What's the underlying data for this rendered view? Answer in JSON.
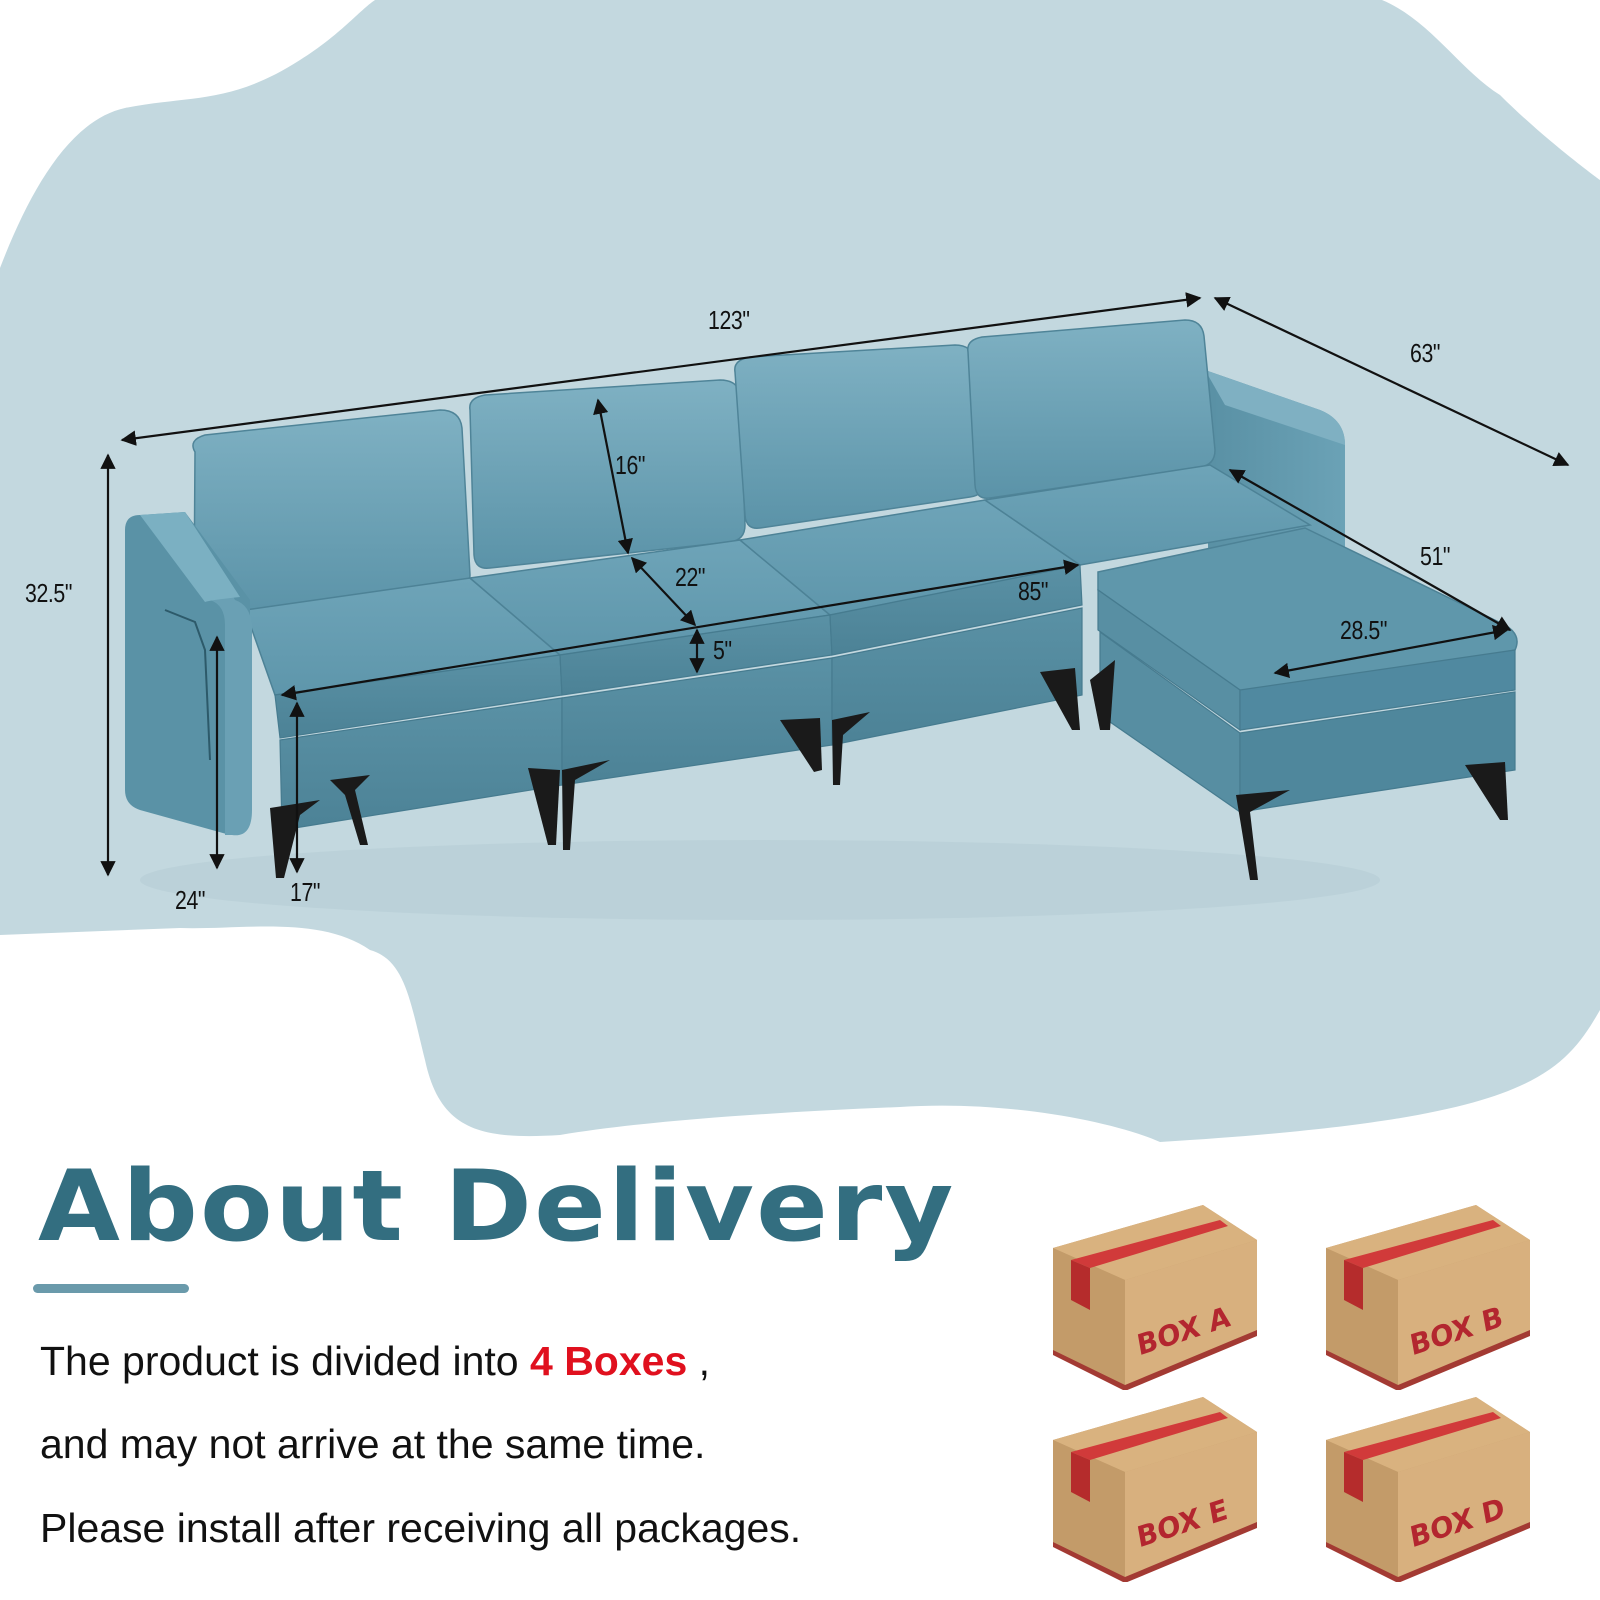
{
  "product_image": {
    "subject": "L-shaped modular sectional sofa with ottoman",
    "upholstery_color": "#5e97ac",
    "background_blob_color": "#c3d8df",
    "dimensions": {
      "overall_width": "123\"",
      "overall_depth": "63\"",
      "overall_height": "32.5\"",
      "backrest_height": "16\"",
      "seat_depth": "22\"",
      "cushion_thickness": "5\"",
      "sofa_width_without_ottoman": "85\"",
      "ottoman_length": "51\"",
      "ottoman_width": "28.5\"",
      "arm_height": "24\"",
      "seat_height": "17\""
    }
  },
  "delivery": {
    "title": "About Delivery",
    "title_color": "#336e80",
    "line1_prefix": "The product is divided into ",
    "line1_highlight": "4 Boxes",
    "line1_suffix": " ,",
    "line2": "and may not arrive at the same time.",
    "line3": "Please install after receiving all packages.",
    "highlight_color": "#e0101e",
    "boxes": [
      {
        "label": "BOX A"
      },
      {
        "label": "BOX B"
      },
      {
        "label": "BOX E"
      },
      {
        "label": "BOX D"
      }
    ]
  }
}
